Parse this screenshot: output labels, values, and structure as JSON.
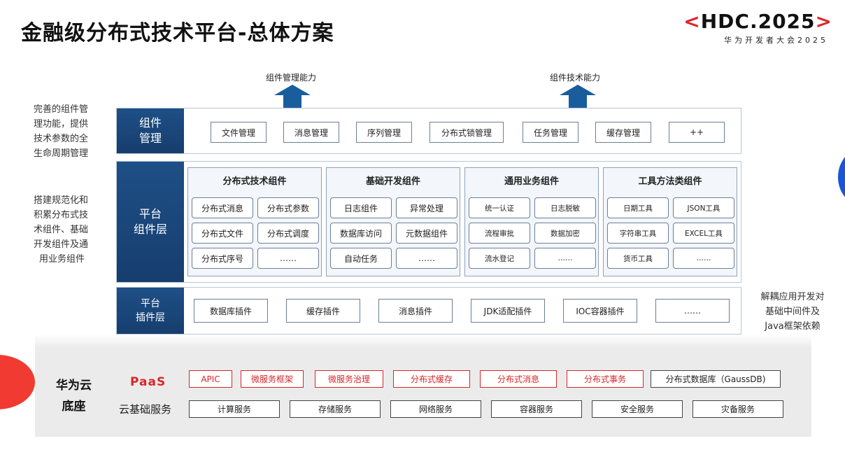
{
  "header": {
    "title": "金融级分布式技术平台-总体方案"
  },
  "logo": {
    "lt": "<",
    "text": "HDC.2025",
    "gt": ">",
    "subtitle": "华为开发者大会2025"
  },
  "arrows": [
    {
      "label": "组件管理能力"
    },
    {
      "label": "组件技术能力"
    }
  ],
  "side_left": {
    "block1": [
      "完善的组件管",
      "理功能，提供",
      "技术参数的全",
      "生命周期管理"
    ],
    "block2": [
      "搭建规范化和",
      "积累分布式技",
      "术组件、基础",
      "开发组件及通",
      "用业务组件"
    ]
  },
  "side_right": [
    "解耦应用开发对",
    "基础中间件及",
    "Java框架依赖"
  ],
  "management": {
    "label": [
      "组件",
      "管理"
    ],
    "items": [
      "文件管理",
      "消息管理",
      "序列管理",
      "分布式锁管理",
      "任务管理",
      "缓存管理",
      "++"
    ]
  },
  "platform_components": {
    "label": [
      "平台",
      "组件层"
    ],
    "groups": [
      {
        "title": "分布式技术组件",
        "items": [
          "分布式消息",
          "分布式参数",
          "分布式文件",
          "分布式调度",
          "分布式序号",
          "……"
        ]
      },
      {
        "title": "基础开发组件",
        "items": [
          "日志组件",
          "异常处理",
          "数据库访问",
          "元数据组件",
          "自动任务",
          "……"
        ]
      },
      {
        "title": "通用业务组件",
        "items": [
          "统一认证",
          "日志脱敏",
          "流程审批",
          "数据加密",
          "流水登记",
          "……"
        ]
      },
      {
        "title": "工具方法类组件",
        "items": [
          "日期工具",
          "JSON工具",
          "字符串工具",
          "EXCEL工具",
          "货币工具",
          "……"
        ]
      }
    ]
  },
  "plugins": {
    "label": [
      "平台",
      "插件层"
    ],
    "items": [
      "数据库插件",
      "缓存插件",
      "消息插件",
      "JDK适配插件",
      "IOC容器插件",
      "……"
    ]
  },
  "base": {
    "label": [
      "华为云",
      "底座"
    ],
    "paas_label": "PaaS",
    "iaas_label": "云基础服务",
    "paas_items": [
      "APIC",
      "微服务框架",
      "微服务治理",
      "分布式缓存",
      "分布式消息",
      "分布式事务",
      "分布式数据库（GaussDB)"
    ],
    "iaas_items": [
      "计算服务",
      "存储服务",
      "网络服务",
      "容器服务",
      "安全服务",
      "灾备服务"
    ]
  },
  "colors": {
    "band_dark_blue": "#1e4f86",
    "arrow_blue": "#1a5d9c",
    "accent_red": "#d8262b",
    "base_gray": "#ebebeb"
  }
}
